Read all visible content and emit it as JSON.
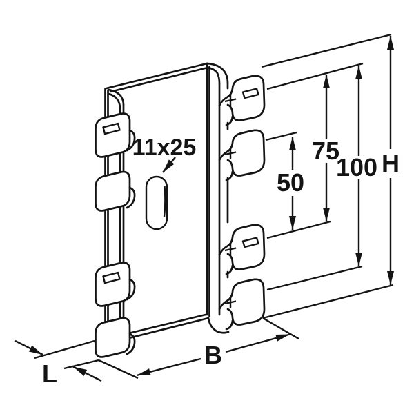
{
  "diagram": {
    "labels": {
      "slot_size": "11x25",
      "dim_small": "50",
      "dim_mid": "75",
      "dim_large": "100",
      "dim_height": "H",
      "dim_width": "B",
      "dim_depth": "L"
    },
    "colors": {
      "line": "#141414",
      "background": "#ffffff"
    }
  }
}
